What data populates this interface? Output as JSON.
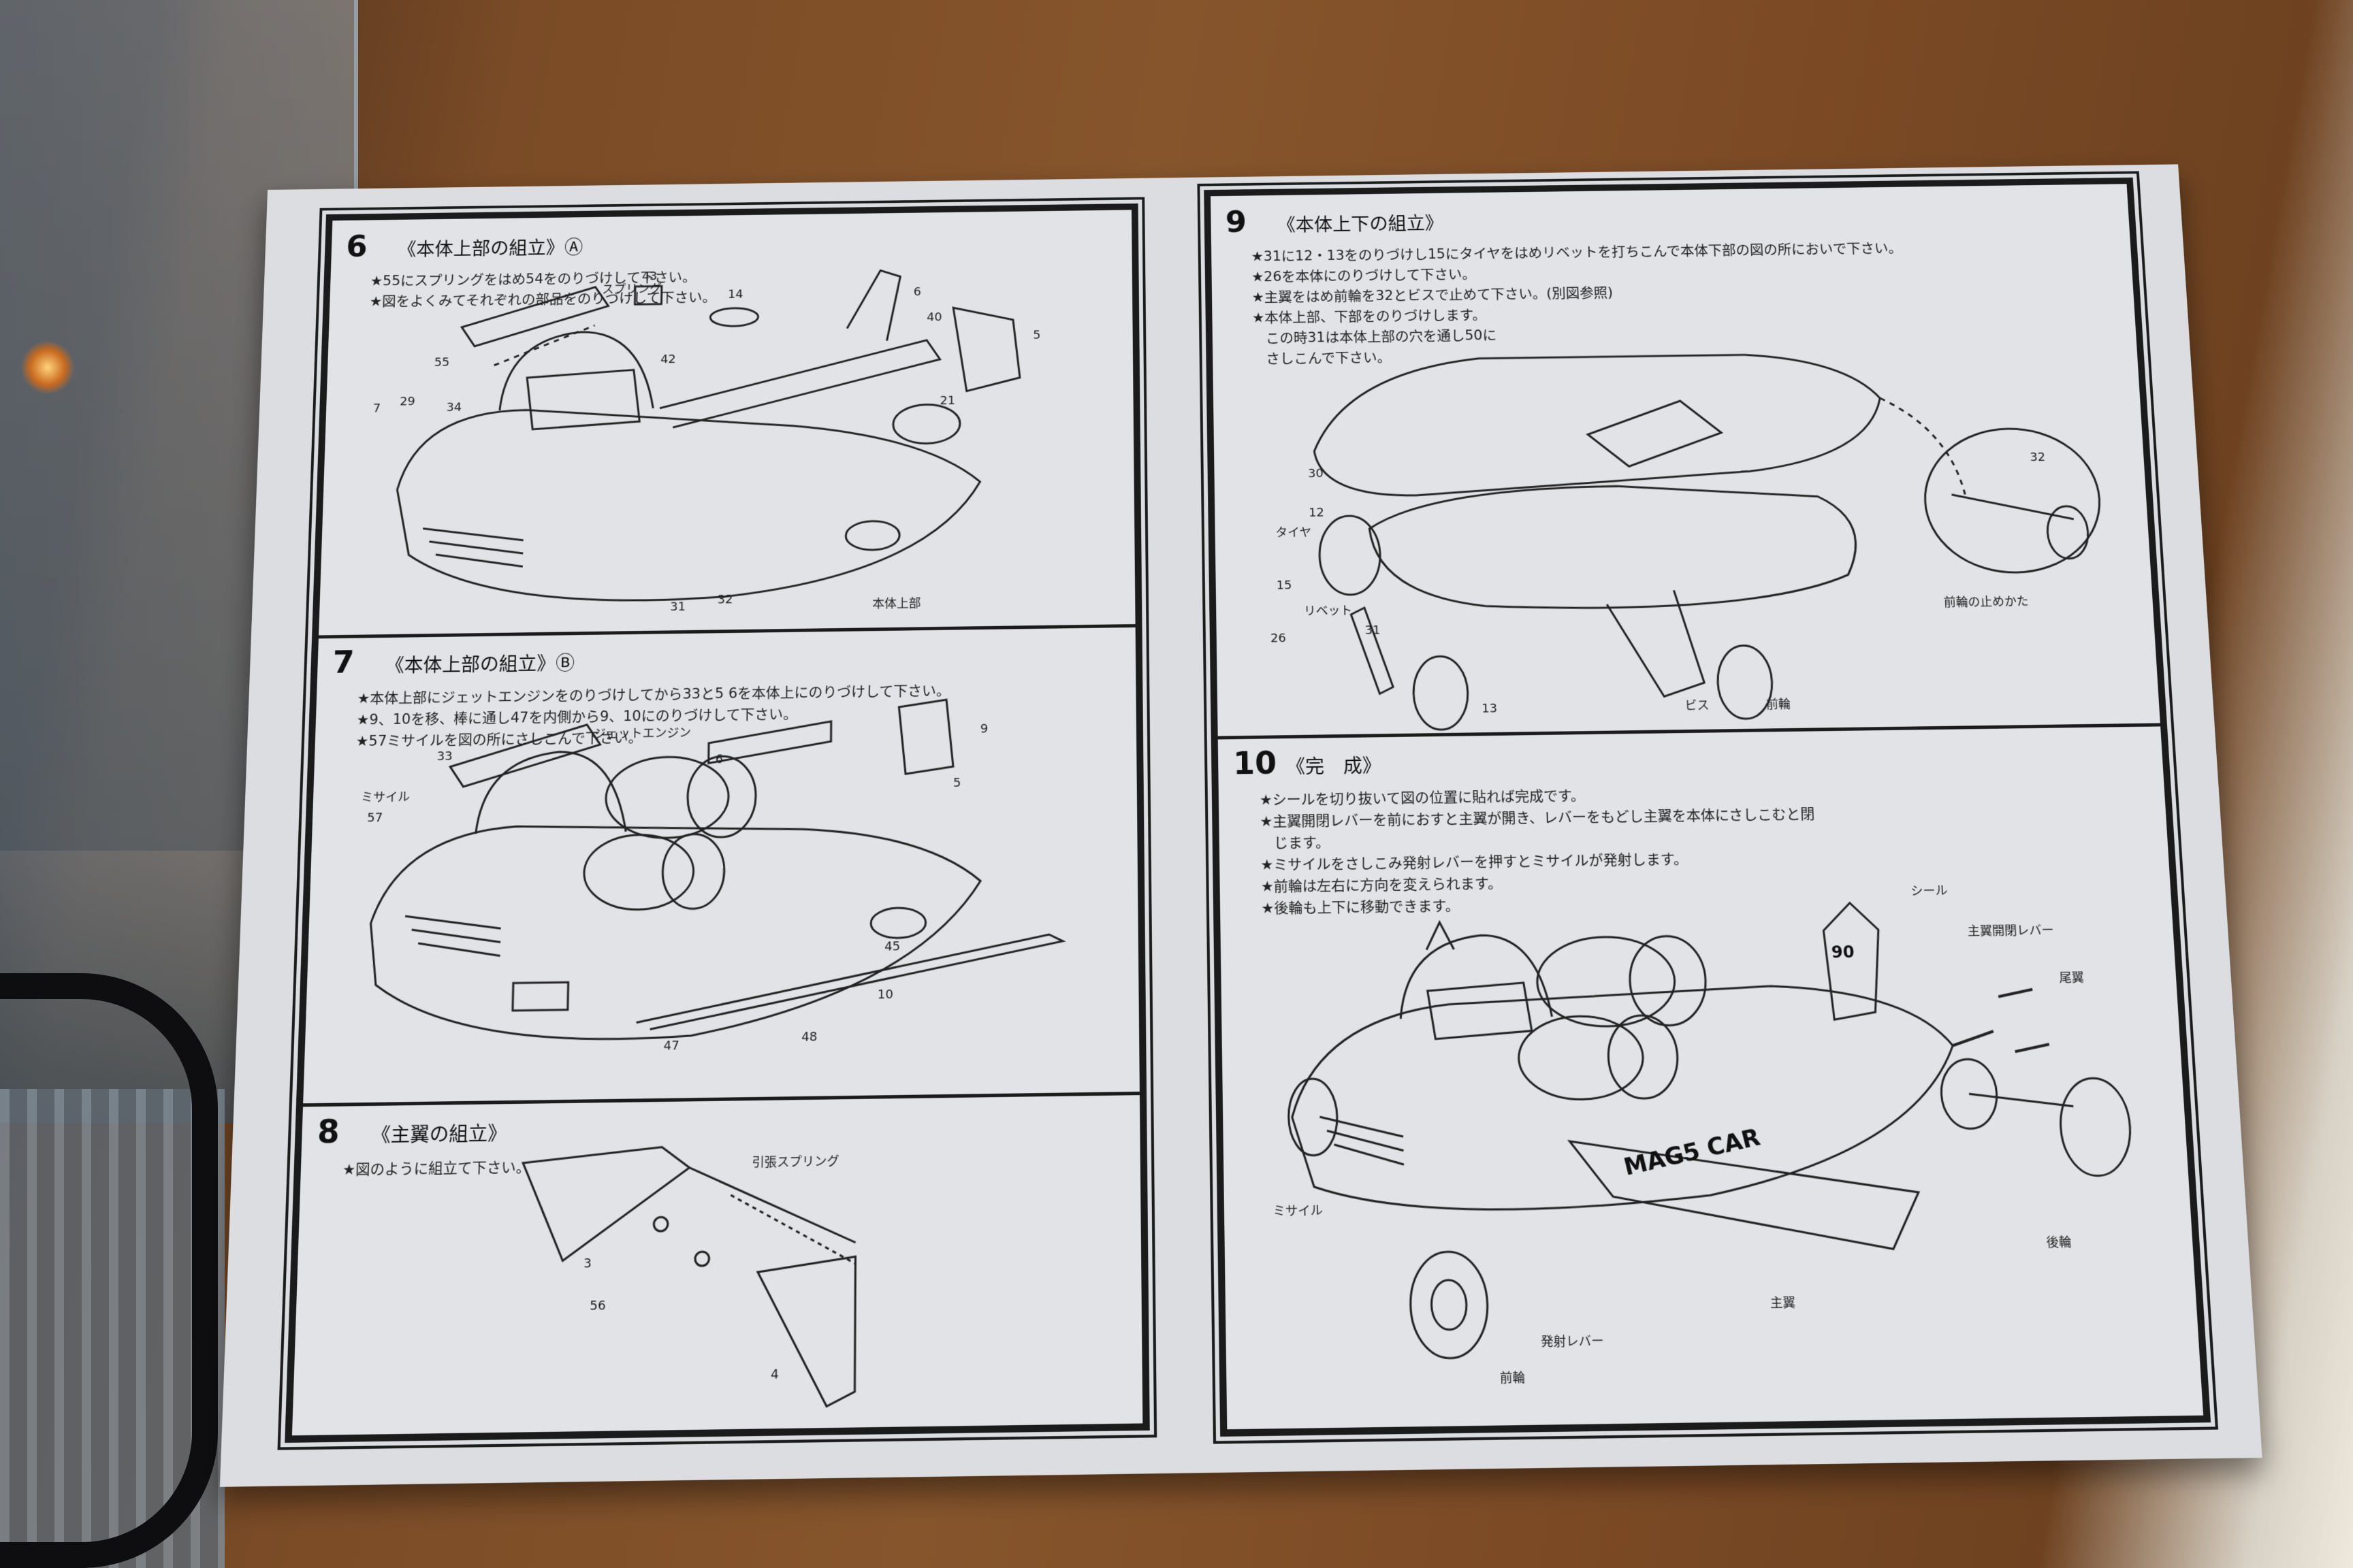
{
  "sheet": {
    "step6": {
      "number": "6",
      "title": "《本体上部の組立》Ⓐ",
      "notes": [
        "★55にスプリングをはめ54をのりづけして下さい。",
        "★図をよくみてそれぞれの部品をのりづけして下さい。"
      ],
      "labels": [
        "スプリング",
        "本体上部",
        "55",
        "34",
        "29",
        "7",
        "43",
        "14",
        "42",
        "6",
        "40",
        "21",
        "5",
        "32",
        "31"
      ]
    },
    "step7": {
      "number": "7",
      "title": "《本体上部の組立》Ⓑ",
      "notes": [
        "★本体上部にジェットエンジンをのりづけしてから33と5 6を本体上にのりづけして下さい。",
        "★9、10を移、棒に通し47を内側から9、10にのりづけして下さい。",
        "★57ミサイルを図の所にさしこんで下さい。"
      ],
      "labels": [
        "ジェットエンジン",
        "ミサイル",
        "33",
        "57",
        "9",
        "6",
        "5",
        "45",
        "10",
        "48",
        "47"
      ]
    },
    "step8": {
      "number": "8",
      "title": "《主翼の組立》",
      "notes": [
        "★図のように組立て下さい。"
      ],
      "labels": [
        "引張スプリング",
        "3",
        "56",
        "4"
      ]
    },
    "step9": {
      "number": "9",
      "title": "《本体上下の組立》",
      "notes": [
        "★31に12・13をのりづけし15にタイヤをはめリベットを打ちこんで本体下部の図の所においで下さい。",
        "★26を本体にのりづけして下さい。",
        "★主翼をはめ前輪を32とビスで止めて下さい。(別図参照)",
        "★本体上部、下部をのりづけします。",
        "この時31は本体上部の穴を通し50に",
        "さしこんで下さい。"
      ],
      "labels": [
        "タイヤ",
        "リベット",
        "ビス",
        "前輪",
        "前輪の止めかた",
        "30",
        "12",
        "15",
        "26",
        "31",
        "13",
        "32"
      ]
    },
    "step10": {
      "number": "10",
      "title": "《完　成》",
      "notes": [
        "★シールを切り抜いて図の位置に貼れば完成です。",
        "★主翼開閉レバーを前におすと主翼が開き、レバーをもどし主翼を本体にさしこむと閉",
        "じます。",
        "★ミサイルをさしこみ発射レバーを押すとミサイルが発射します。",
        "★前輪は左右に方向を変えられます。",
        "★後輪も上下に移動できます。"
      ],
      "labels": [
        "シール",
        "主翼開閉レバー",
        "尾翼",
        "ミサイル",
        "発射レバー",
        "主翼",
        "前輪",
        "後輪"
      ],
      "decal": "MAG5 CAR",
      "tail_mark": "90"
    }
  },
  "colors": {
    "paper": "#dcdde0",
    "ink": "#1b1b1b",
    "table": "#7a4b26"
  }
}
